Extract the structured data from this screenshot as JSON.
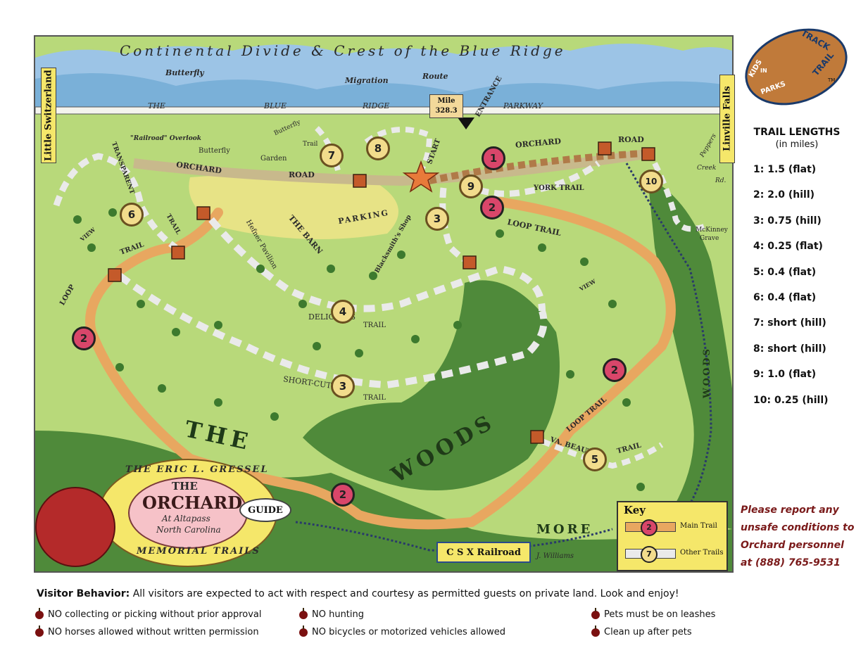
{
  "map": {
    "ridge_title": "Continental Divide & Crest of the Blue Ridge",
    "migration_labels": [
      "Butterfly",
      "Migration",
      "Route"
    ],
    "parkway_labels": [
      "THE",
      "BLUE",
      "RIDGE",
      "PARKWAY"
    ],
    "mile_marker": {
      "line1": "Mile",
      "line2": "328.3"
    },
    "entrance": "ENTRANCE",
    "start": "START",
    "side_left": "Little Switzerland",
    "side_right": "Linville Falls",
    "railroad_overlook": "\"Railroad\" Overlook",
    "butterfly_garden": [
      "Butterfly",
      "Garden"
    ],
    "butterfly_trail": [
      "Butterfly",
      "Trail"
    ],
    "orchard_road_west": [
      "ORCHARD",
      "ROAD"
    ],
    "orchard_road_east": [
      "ORCHARD",
      "ROAD"
    ],
    "transparent_trail": [
      "TRANSPARENT",
      "TRAIL"
    ],
    "hefner_pavilion": "Hefner Pavilion",
    "the_barn": "THE BARN",
    "parking": "PARKING",
    "blacksmith_shop": "Blacksmith's Shop",
    "york_trail": "YORK TRAIL",
    "loop_trail_north": "LOOP TRAIL",
    "loop_trail_west": [
      "LOOP",
      "TRAIL"
    ],
    "loop_trail_east": "LOOP TRAIL",
    "delicious_trail": [
      "DELICIOUS",
      "TRAIL"
    ],
    "shortcut_trail": [
      "SHORT-CUT",
      "TRAIL"
    ],
    "va_beauty_trail": [
      "VA. BEAUTY",
      "TRAIL"
    ],
    "peppers_creek_rd": [
      "Peppers",
      "Creek",
      "Rd."
    ],
    "mckinney_grave": [
      "McKinney",
      "Grave"
    ],
    "view": "VIEW",
    "the_woods_1": "THE",
    "the_woods_2": "WOODS",
    "woods_east": "WOODS",
    "more": "MORE",
    "artist": "J. Williams",
    "railroad": "C S X  Railroad",
    "guide": "GUIDE",
    "title_arc_top": "THE ERIC L. GRESSEL",
    "title_arc_bottom": "MEMORIAL TRAILS",
    "title_the": "THE",
    "title_orchard": "ORCHARD",
    "title_at": "At Altapass",
    "title_state": "North Carolina",
    "markers": [
      {
        "n": "1",
        "kind": "main"
      },
      {
        "n": "2",
        "kind": "main"
      },
      {
        "n": "3",
        "kind": "other"
      },
      {
        "n": "4",
        "kind": "other"
      },
      {
        "n": "5",
        "kind": "other"
      },
      {
        "n": "6",
        "kind": "other"
      },
      {
        "n": "7",
        "kind": "other"
      },
      {
        "n": "8",
        "kind": "other"
      },
      {
        "n": "9",
        "kind": "other"
      },
      {
        "n": "10",
        "kind": "other"
      }
    ]
  },
  "key": {
    "title": "Key",
    "main_trail_label": "Main Trail",
    "main_trail_num": "2",
    "other_trails_label": "Other Trails",
    "other_trails_num": "7"
  },
  "logo": {
    "words": [
      "KIDS",
      "IN",
      "PARKS",
      "TRACK",
      "TRAIL"
    ],
    "tm": "TM"
  },
  "trail_lengths": {
    "title": "TRAIL LENGTHS",
    "subtitle": "(in miles)",
    "rows": [
      "1: 1.5 (flat)",
      "2: 2.0 (hill)",
      "3: 0.75 (hill)",
      "4: 0.25 (flat)",
      "5: 0.4 (flat)",
      "6: 0.4 (flat)",
      "7: short (hill)",
      "8: short (hill)",
      "9: 1.0 (flat)",
      "10: 0.25 (hill)"
    ]
  },
  "report": {
    "lines": [
      "Please report any",
      "unsafe conditions to",
      "Orchard personnel",
      "at (888) 765-9531"
    ]
  },
  "behavior": {
    "heading": "Visitor Behavior:",
    "text": "All visitors are expected to act with respect and courtesy as permitted guests on private land. Look and enjoy!",
    "rules": [
      "NO collecting or picking without prior approval",
      "NO horses allowed without written permission",
      "NO hunting",
      "NO bicycles or motorized vehicles allowed",
      "Pets must be on leashes",
      "Clean up after pets"
    ]
  },
  "colors": {
    "grass": "#b8d97a",
    "trail_main": "#e8a760",
    "marker_main": "#d9466a",
    "marker_other": "#f2dc8c",
    "sky": "#9cc4e6",
    "woods": "#4f8a3a",
    "report_text": "#7a1a1a"
  }
}
